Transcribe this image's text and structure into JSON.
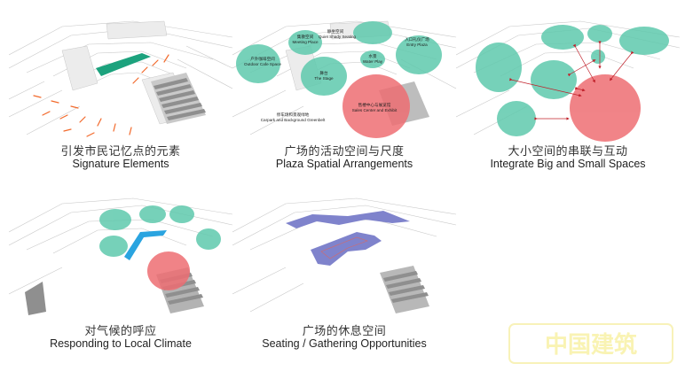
{
  "panels": [
    {
      "id": "p1",
      "caption_cn": "引发市民记忆点的元素",
      "caption_en": "Signature Elements",
      "labels": []
    },
    {
      "id": "p2",
      "caption_cn": "广场的活动空间与尺度",
      "caption_en": "Plaza Spatial Arrangements",
      "labels": [
        {
          "cn": "静坐空间",
          "en": "Quiet Shady Seating"
        },
        {
          "cn": "集散空间",
          "en": "Meeting Place"
        },
        {
          "cn": "入口礼仪广场",
          "en": "Entry Plaza"
        },
        {
          "cn": "户外咖啡空间",
          "en": "Outdoor Cafe Space"
        },
        {
          "cn": "水景",
          "en": "Water Play"
        },
        {
          "cn": "舞台",
          "en": "The Stage"
        },
        {
          "cn": "停车场和景观绿地",
          "en": "Carpark and Background Greenbelt"
        },
        {
          "cn": "售楼中心与展览馆",
          "en": "Sales Center and Exhibit"
        }
      ]
    },
    {
      "id": "p3",
      "caption_cn": "大小空间的串联与互动",
      "caption_en": "Integrate Big and Small Spaces",
      "labels": []
    },
    {
      "id": "p4",
      "caption_cn": "对气候的呼应",
      "caption_en": "Responding to Local Climate",
      "labels": []
    },
    {
      "id": "p5",
      "caption_cn": "广场的休息空间",
      "caption_en": "Seating / Gathering Opportunities",
      "labels": []
    }
  ],
  "watermark": {
    "text": "中国建筑"
  },
  "colors": {
    "green_zone": "#5fc9ad",
    "red_zone": "#ee6e73",
    "signature_green": "#1ca27d",
    "orange_marks": "#f26a2c",
    "blue_shade": "#2aa4e0",
    "seating_purple": "#7f83cc",
    "arrow_red": "#c0202a",
    "building_gray": "#9a9a9a"
  }
}
